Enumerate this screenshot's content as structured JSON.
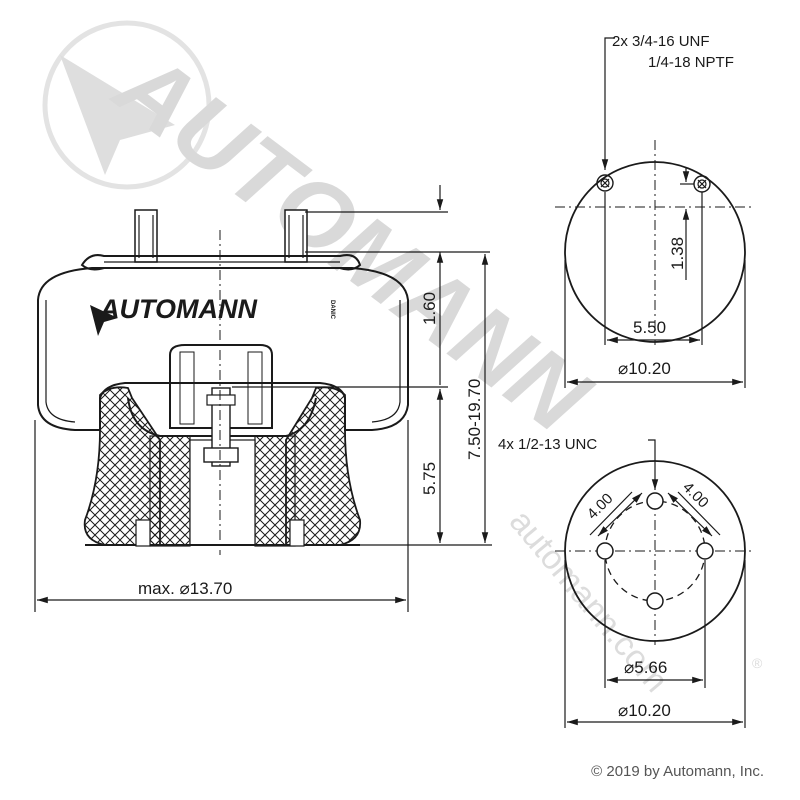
{
  "watermark": {
    "brand": "AUTOMANN",
    "url": "automann.com",
    "registered": "®"
  },
  "logo": {
    "name": "AUTOMANN",
    "suffix": "DANIC"
  },
  "side_view": {
    "height_top": "1.60",
    "height_bottom": "5.75",
    "height_range": "7.50-19.70",
    "max_diameter": "max. ⌀13.70"
  },
  "top_view": {
    "ports_line1": "2x 3/4-16 UNF",
    "ports_line2": "1/4-18 NPTF",
    "offset": "1.38",
    "spacing": "5.50",
    "diameter": "⌀10.20"
  },
  "bottom_view": {
    "bolts": "4x 1/2-13 UNC",
    "spacing_left": "4.00",
    "spacing_right": "4.00",
    "bolt_circle": "⌀5.66",
    "diameter": "⌀10.20"
  },
  "copyright": "© 2019 by Automann, Inc.",
  "colors": {
    "line": "#1a1a1a",
    "watermark": "#d9d9d9"
  }
}
